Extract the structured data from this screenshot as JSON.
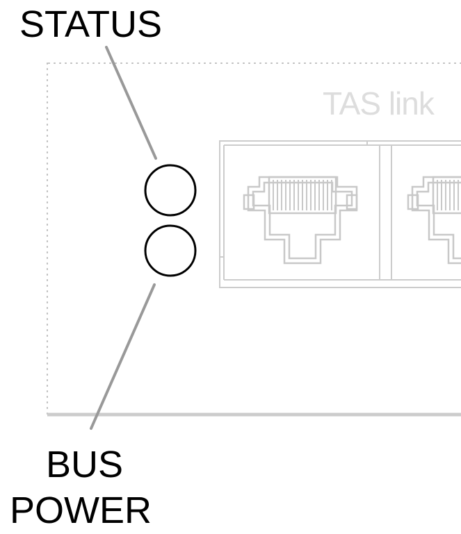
{
  "labels": {
    "status": "STATUS",
    "bus": "BUS",
    "power": "POWER",
    "device_title": "TAS link"
  },
  "colors": {
    "text": "#000000",
    "leader_line": "#999999",
    "indicator_outline": "#000000",
    "device_outline": "#cccccc",
    "port_outline": "#c8c8c8",
    "device_title": "#dddddd",
    "enclosure_dots": "#bbbbbb",
    "base_line": "#cccccc"
  },
  "indicators": [
    {
      "name": "status-led",
      "label": "STATUS"
    },
    {
      "name": "bus-power-led",
      "label": "BUS POWER"
    }
  ],
  "ports": [
    {
      "name": "rj45-port-1",
      "icon": "rj45-connector-icon"
    },
    {
      "name": "rj45-port-2",
      "icon": "rj45-connector-icon"
    }
  ]
}
